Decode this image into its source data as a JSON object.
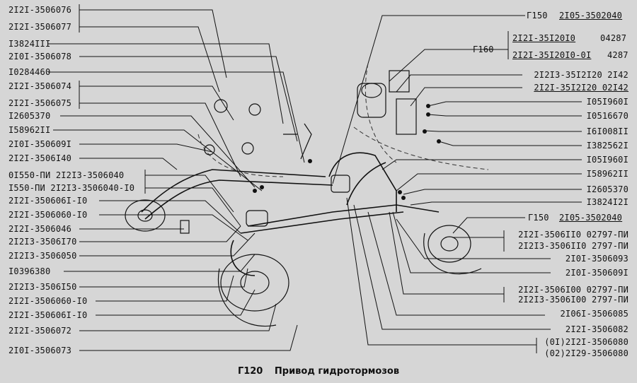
{
  "caption": {
    "code": "Г120",
    "title": "Привод гидротормозов"
  },
  "left_labels": [
    "2I2I-3506076",
    "2I2I-3506077",
    "I3824III",
    "2I0I-3506078",
    "I0284460",
    "2I2I-3506074",
    "2I2I-3506075",
    "I2605370",
    "I58962II",
    "2I0I-350609I",
    "2I2I-3506I40",
    "0I550-ПИ   2I2I3-3506040",
    "I550-ПИ 2I2I3-3506040-I0",
    "2I2I-350606I-I0",
    "2I2I-3506060-I0",
    "2I2I-3506046",
    "2I2I3-3506I70",
    "2I2I3-3506050",
    "I0396380",
    "2I2I3-3506I50",
    "2I2I-3506060-I0",
    "2I2I-350606I-I0",
    "2I2I-3506072",
    "2I0I-3506073"
  ],
  "top_right": {
    "g150_code": "Г150",
    "g150_part": "2I05-3502040",
    "g160_code": "Г160",
    "g160_part1": "2I2I-35I20I0",
    "g160_num1": "04287",
    "g160_part2": "2I2I-35I20I0-0I",
    "g160_num2": "4287"
  },
  "right_labels": [
    "2I2I3-35I2I20 2I42",
    "2I2I-35I2I20 02I42",
    "I05I960I",
    "I0516670",
    "I6I008II",
    "I382562I",
    "I05I960I",
    "I58962II",
    "I2605370",
    "I3824I2I"
  ],
  "mid_right": {
    "g150_code": "Г150",
    "g150_part": "2I05-3502040"
  },
  "lower_right_labels": [
    "2I2I-3506II0 02797-ПИ",
    "2I2I3-3506II0 2797-ПИ",
    "2I0I-3506093",
    "2I0I-350609I",
    "2I2I-3506I00 02797-ПИ",
    "2I2I3-3506I00 2797-ПИ",
    "2I06I-3506085",
    "2I2I-3506082",
    "(0I)2I2I-3506080",
    "(02)2I29-3506080"
  ]
}
